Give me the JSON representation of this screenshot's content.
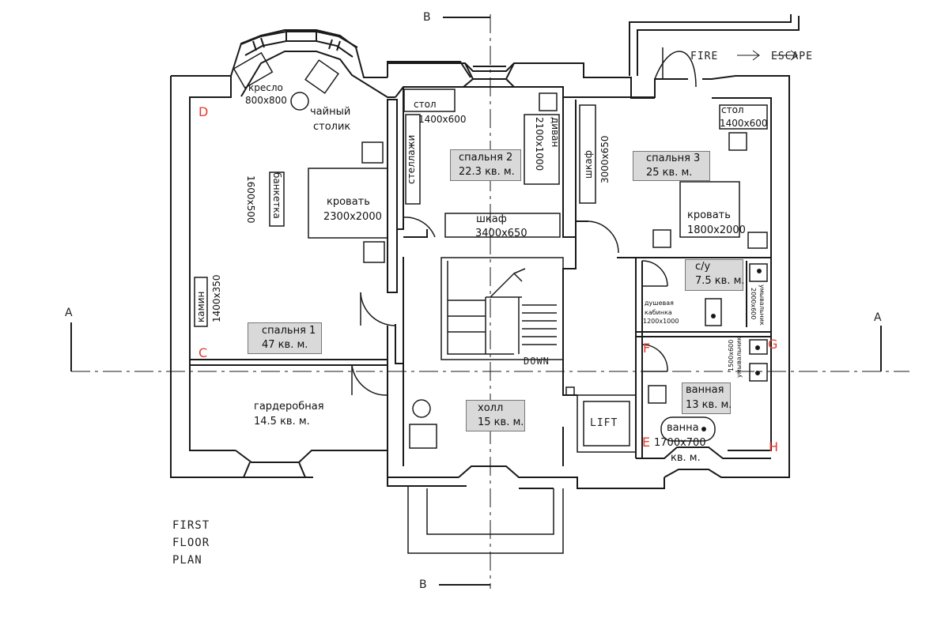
{
  "title": [
    "FIRST",
    "FLOOR",
    "PLAN"
  ],
  "fire_escape": {
    "fire": "FIRE",
    "escape": "ESCAPE"
  },
  "section_markers": {
    "a_left": "A",
    "a_right": "A",
    "b_top": "B",
    "b_bottom": "B"
  },
  "stairs": {
    "down": "DOWN"
  },
  "lift": "LIFT",
  "corner_letters": {
    "c": "C",
    "d": "D",
    "e": "E",
    "f": "F",
    "g": "G",
    "h": "H"
  },
  "rooms": {
    "bedroom1": {
      "name": "спальня 1",
      "area": "47 кв. м."
    },
    "bedroom2": {
      "name": "спальня 2",
      "area": "22.3 кв. м."
    },
    "bedroom3": {
      "name": "спальня 3",
      "area": "25 кв. м."
    },
    "wc": {
      "name": "с/у",
      "area": "7.5 кв. м."
    },
    "bathroom": {
      "name": "ванная",
      "area": "13 кв. м."
    },
    "hall": {
      "name": "холл",
      "area": "15 кв. м."
    },
    "wardrobe": {
      "name": "гардеробная",
      "area": "14.5 кв. м."
    }
  },
  "furniture": {
    "armchair": {
      "name": "кресло",
      "size": "800x800"
    },
    "tea_table": {
      "line1": "чайный",
      "line2": "столик"
    },
    "bed1": {
      "name": "кровать",
      "size": "2300x2000"
    },
    "bench": {
      "name": "банкетка",
      "size": "1600x500"
    },
    "fireplace": {
      "name": "камин",
      "size": "1400x350"
    },
    "desk2": {
      "name": "стол",
      "size": "1400x600"
    },
    "shelves": "стеллажи",
    "sofa": {
      "name": "диван",
      "size": "2100x1000"
    },
    "wardrobe2": {
      "name": "шкаф",
      "size": "3400x650"
    },
    "wardrobe3": {
      "name": "шкаф",
      "size": "3000x650"
    },
    "desk3": {
      "name": "стол",
      "size": "1400x600"
    },
    "bed3": {
      "name": "кровать",
      "size": "1800x2000"
    },
    "shower": {
      "line1": "душевая",
      "line2": "кабинка",
      "size": "1200x1000"
    },
    "sink_wc": {
      "name": "умывальник",
      "size": "2000x600"
    },
    "sink_bath": {
      "name": "умывальник",
      "size": "1500x600"
    },
    "bathtub": {
      "name": "ванна",
      "size": "1700x700",
      "suffix": "кв. м."
    }
  }
}
